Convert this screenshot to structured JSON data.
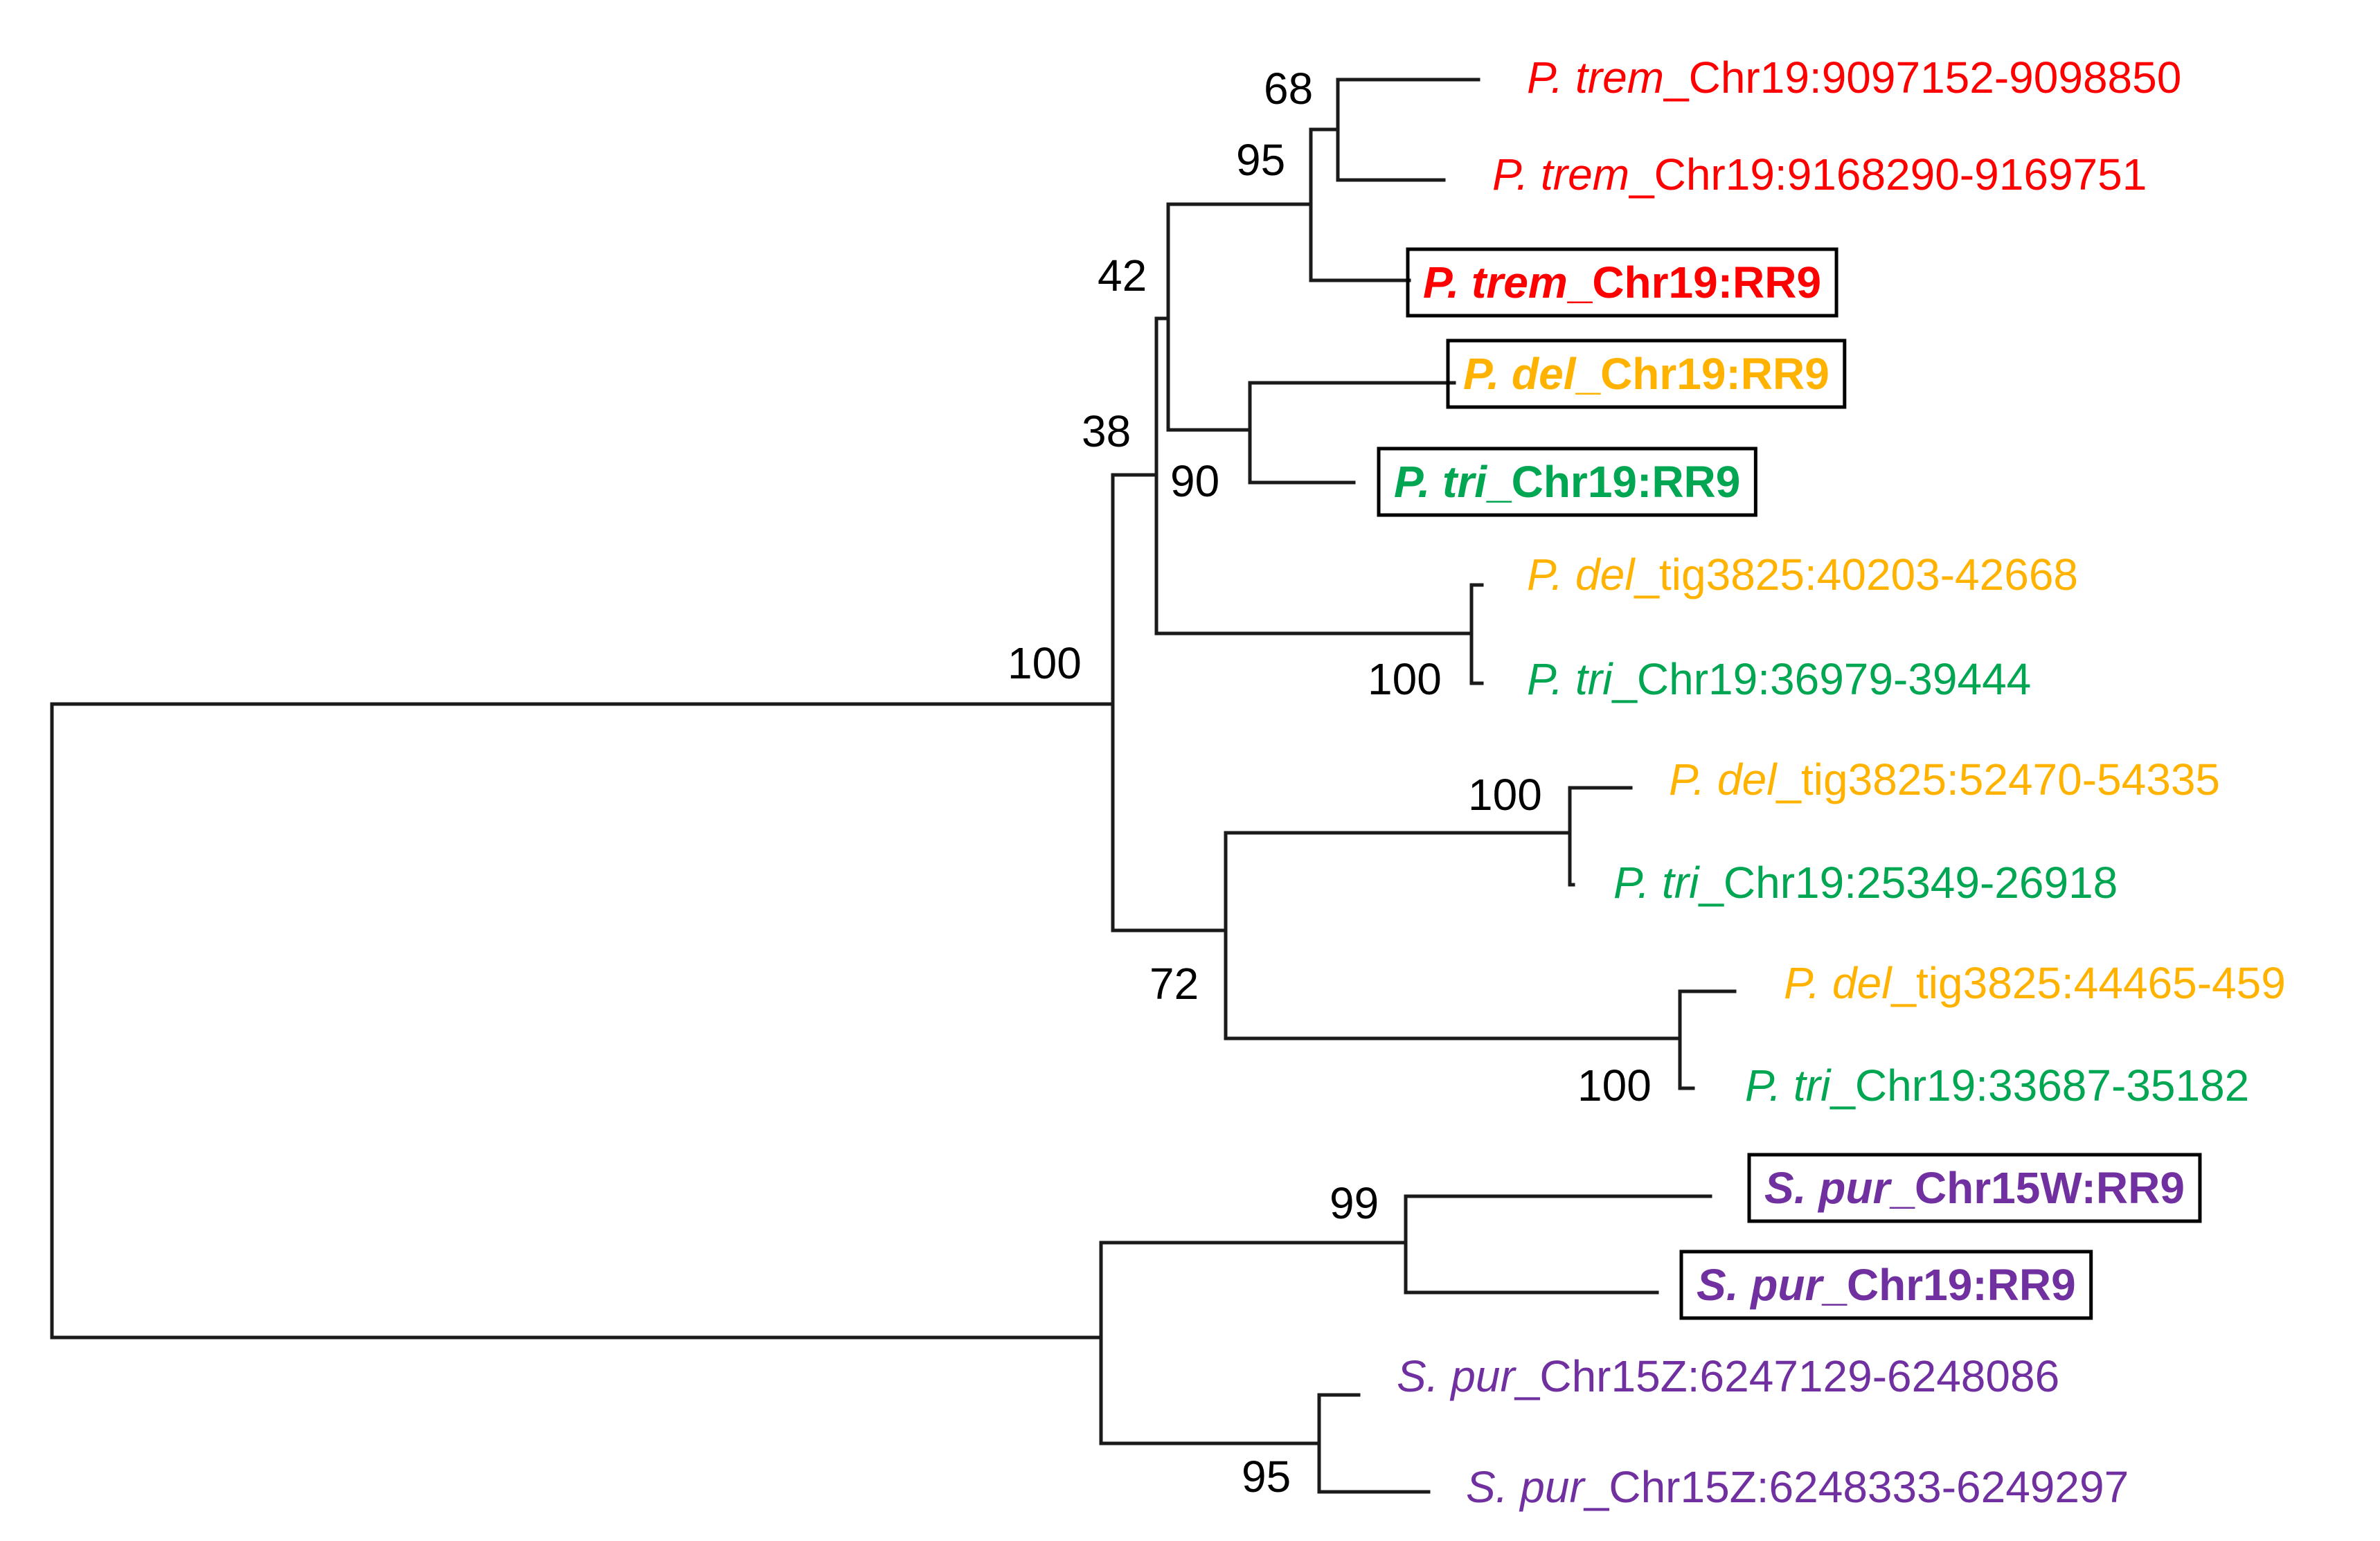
{
  "colors": {
    "P_trem": "#ff0000",
    "P_del": "#ffb300",
    "P_tri": "#00a651",
    "S_pur": "#7030a0",
    "branch": "#1a1a1a"
  },
  "support_values": {
    "n68": "68",
    "n95a": "95",
    "n42": "42",
    "n38": "38",
    "n90": "90",
    "n100a": "100",
    "n100root": "100",
    "n100b": "100",
    "n72": "72",
    "n100c": "100",
    "n99": "99",
    "n95b": "95"
  },
  "leaves": [
    {
      "id": "l1",
      "species": "P. trem",
      "locus": "_Chr19:9097152-9098850",
      "color": "P_trem",
      "bold": false,
      "boxed": false
    },
    {
      "id": "l2",
      "species": "P. trem",
      "locus": "_Chr19:9168290-9169751",
      "color": "P_trem",
      "bold": false,
      "boxed": false
    },
    {
      "id": "l3",
      "species": "P. trem",
      "locus": "_Chr19:RR9",
      "color": "P_trem",
      "bold": true,
      "boxed": true
    },
    {
      "id": "l4",
      "species": "P. del",
      "locus": "_Chr19:RR9",
      "color": "P_del",
      "bold": true,
      "boxed": true
    },
    {
      "id": "l5",
      "species": "P. tri",
      "locus": "_Chr19:RR9",
      "color": "P_tri",
      "bold": true,
      "boxed": true
    },
    {
      "id": "l6",
      "species": "P. del",
      "locus": "_tig3825:40203-42668",
      "color": "P_del",
      "bold": false,
      "boxed": false
    },
    {
      "id": "l7",
      "species": "P. tri",
      "locus": "_Chr19:36979-39444",
      "color": "P_tri",
      "bold": false,
      "boxed": false
    },
    {
      "id": "l8",
      "species": "P. del",
      "locus": "_tig3825:52470-54335",
      "color": "P_del",
      "bold": false,
      "boxed": false
    },
    {
      "id": "l9",
      "species": "P. tri",
      "locus": "_Chr19:25349-26918",
      "color": "P_tri",
      "bold": false,
      "boxed": false
    },
    {
      "id": "l10",
      "species": "P. del",
      "locus": "_tig3825:44465-459",
      "color": "P_del",
      "bold": false,
      "boxed": false
    },
    {
      "id": "l11",
      "species": "P. tri",
      "locus": "_Chr19:33687-35182",
      "color": "P_tri",
      "bold": false,
      "boxed": false
    },
    {
      "id": "l12",
      "species": "S. pur",
      "locus": "_Chr15W:RR9",
      "color": "S_pur",
      "bold": true,
      "boxed": true
    },
    {
      "id": "l13",
      "species": "S. pur",
      "locus": "_Chr19:RR9",
      "color": "S_pur",
      "bold": true,
      "boxed": true
    },
    {
      "id": "l14",
      "species": "S. pur",
      "locus": "_Chr15Z:6247129-6248086",
      "color": "S_pur",
      "bold": false,
      "boxed": false
    },
    {
      "id": "l15",
      "species": "S. pur",
      "locus": "_Chr15Z:6248333-6249297",
      "color": "S_pur",
      "bold": false,
      "boxed": false
    }
  ]
}
